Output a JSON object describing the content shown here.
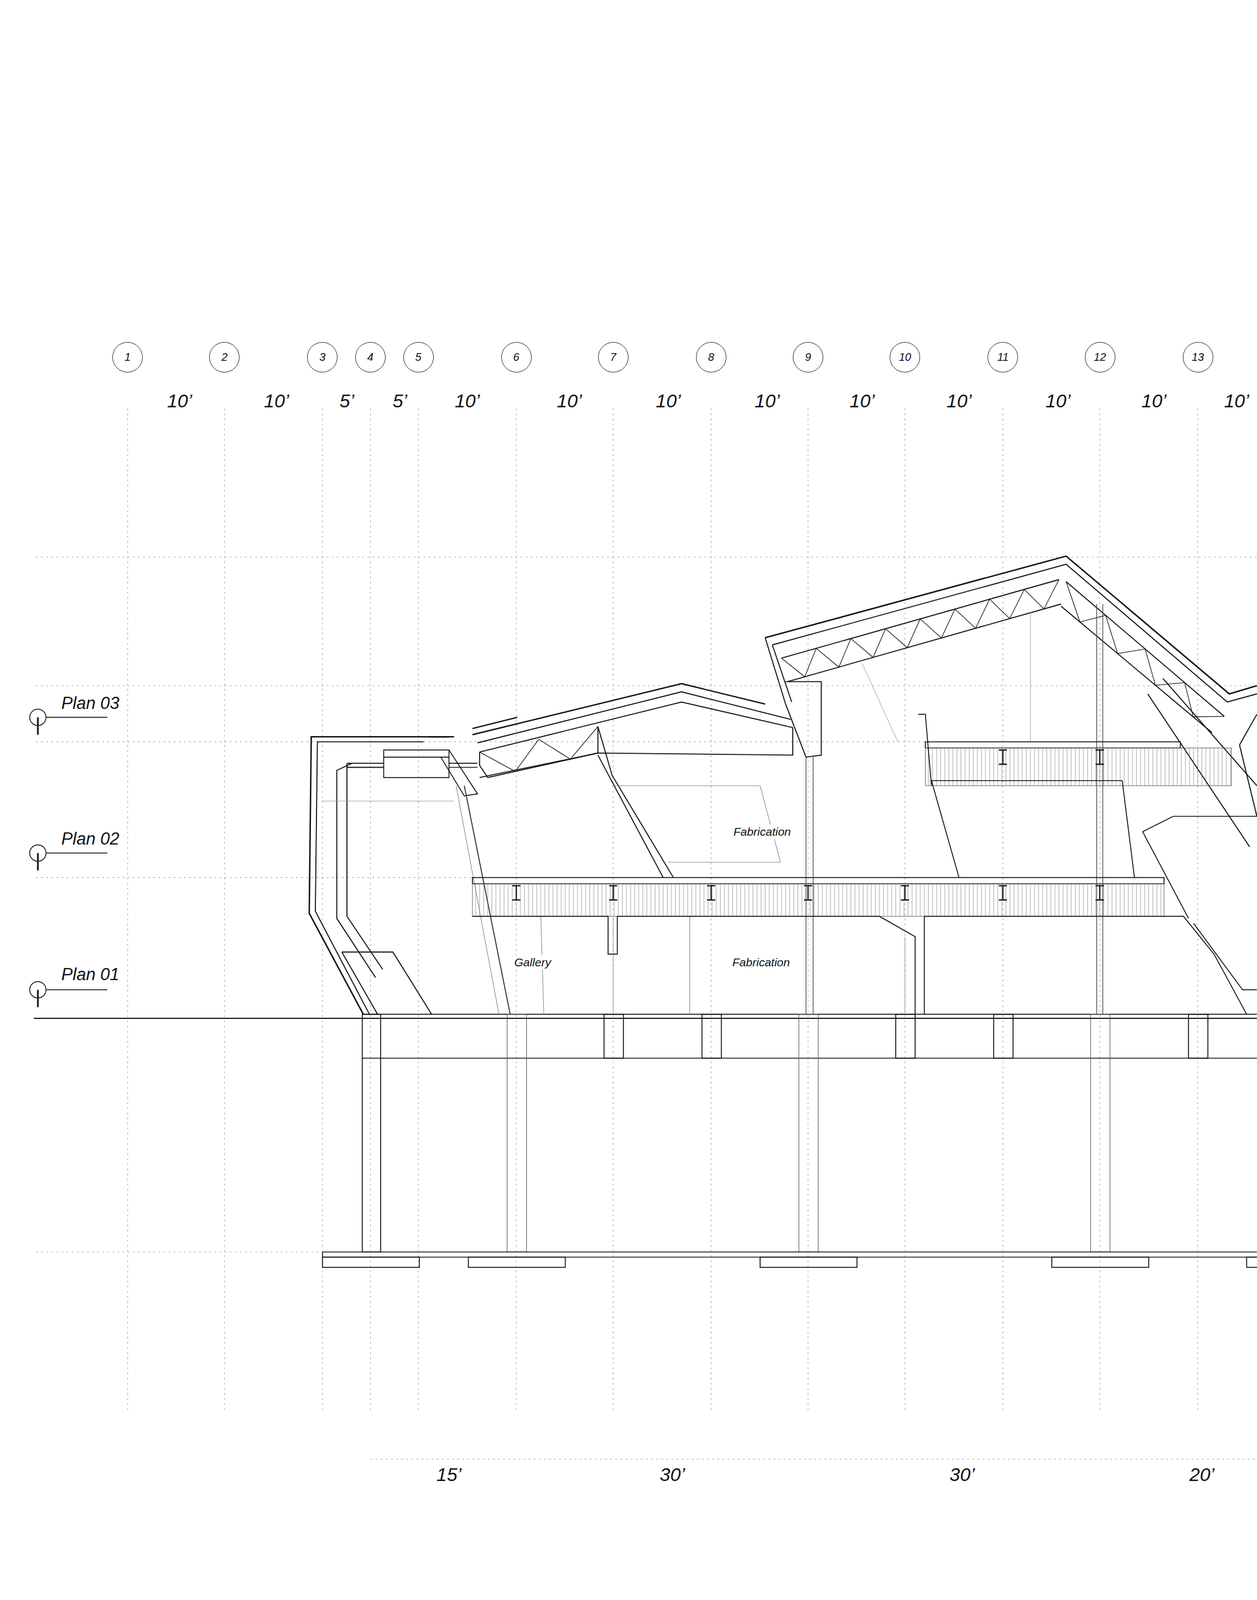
{
  "diagram": {
    "nodes": [
      {
        "text": [
          "1"
        ]
      },
      {
        "text": [
          "2"
        ]
      },
      {
        "text": [
          "3"
        ]
      },
      {
        "text": [
          "4"
        ]
      },
      {
        "text": [
          "5"
        ]
      },
      {
        "text": [
          "6"
        ]
      },
      {
        "text": [
          "7"
        ]
      },
      {
        "text": [
          "8"
        ]
      },
      {
        "text": [
          "9"
        ]
      },
      {
        "text": [
          "10"
        ]
      },
      {
        "text": [
          "11"
        ]
      },
      {
        "text": [
          "12"
        ]
      },
      {
        "text": [
          "13"
        ]
      }
    ],
    "edges": [],
    "labels": [
      "10’",
      "10’",
      "5’",
      "5’",
      "10’",
      "10’",
      "10’",
      "10’",
      "10’",
      "10’",
      "10’",
      "10’",
      "10’",
      "Plan 03",
      "Plan 02",
      "Plan 01",
      "Fabrication",
      "Gallery",
      "Fabrication",
      "15’",
      "30’",
      "30’",
      "20’"
    ]
  }
}
